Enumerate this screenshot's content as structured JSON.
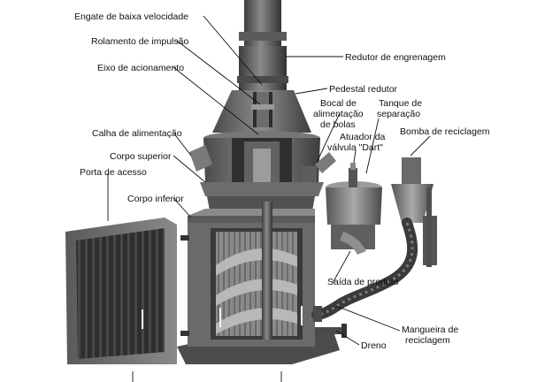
{
  "labels": {
    "engate": "Engate de baixa velocidade",
    "rolamento": "Rolamento de impulsão",
    "eixo": "Eixo de acionamento",
    "redutor": "Redutor de engrenagem",
    "pedestal": "Pedestal redutor",
    "bocal_1": "Bocal de",
    "bocal_2": "alimentação",
    "bocal_3": "de bolas",
    "tanque_1": "Tanque de",
    "tanque_2": "separação",
    "calha": "Calha de alimentação",
    "atuador_1": "Atuador da",
    "atuador_2": "válvula \"Dart\"",
    "bomba": "Bomba de reciclagem",
    "corpo_superior": "Corpo superior",
    "porta": "Porta de acesso",
    "corpo_inferior": "Corpo inferior",
    "saida": "Saída de produto",
    "mangueira_1": "Mangueira de",
    "mangueira_2": "reciclagem",
    "dreno": "Dreno"
  },
  "colors": {
    "machine_dark": "#3a3a3a",
    "machine_mid": "#6e6e6e",
    "machine_light": "#a8a8a8",
    "text": "#111111"
  }
}
